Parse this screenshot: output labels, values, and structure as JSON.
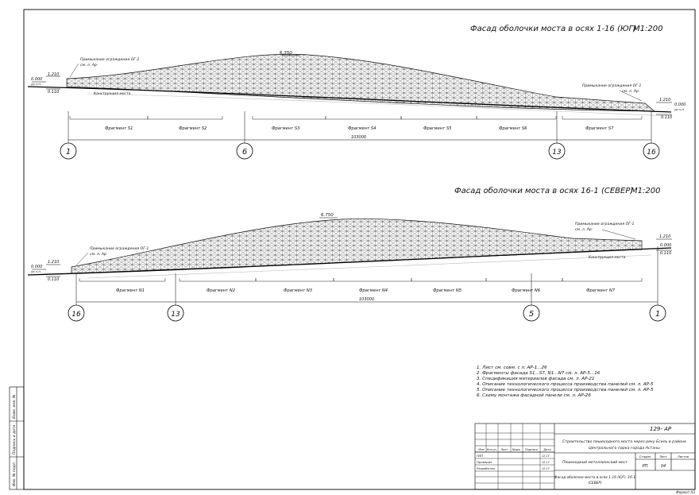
{
  "south": {
    "title": "Фасад оболочки моста в осях 1-16 (ЮГ)",
    "scale": "М1:200",
    "peak": "6.350",
    "left_note": [
      "Примыкание ограждения ОГ-1",
      "см. л. Ар-"
    ],
    "right_note": [
      "Примыкание ограждения ОГ-1",
      "см. л. Ар-"
    ],
    "levels": {
      "top": "1.210",
      "ground": "0.000",
      "ground_sub": "ур.ч.п.",
      "low": "0.110"
    },
    "structure_label": "Конструкция моста",
    "fragments": [
      "Фрагмент S1",
      "Фрагмент S2",
      "Фрагмент S3",
      "Фрагмент S4",
      "Фрагмент S5",
      "Фрагмент S6",
      "Фрагмент S7"
    ],
    "total_dim": "103000",
    "axes": [
      "1",
      "6",
      "13",
      "16"
    ]
  },
  "north": {
    "title": "Фасад оболочки моста в осях 16-1 (СЕВЕР)",
    "scale": "М1:200",
    "peak": "6.750",
    "left_note": [
      "Примыкание ограждения ОГ-1",
      "см. л. Ар-"
    ],
    "right_note": [
      "Примыкание ограждения ОГ-1",
      "см. л. Ар-"
    ],
    "levels": {
      "top": "1.210",
      "ground": "0.000",
      "ground_sub": "ур.ч.п.",
      "low": "0.110"
    },
    "structure_label": "Конструкция моста",
    "fragments": [
      "Фрагмент N1",
      "Фрагмент N2",
      "Фрагмент N3",
      "Фрагмент N4",
      "Фрагмент N5",
      "Фрагмент N6",
      "Фрагмент N7"
    ],
    "total_dim": "103000",
    "axes": [
      "16",
      "13",
      "5",
      "1"
    ]
  },
  "notes": [
    "1.  Лист см. совм. с л. АР-1...26",
    "2.  Фрагменты фасада S1...S7, N1...N7 см. л. АР-5...16",
    "3.  Спецификация материалов фасада см. л. АР-21",
    "4.  Описание технологического процесса производства панелей см. л. АР-5",
    "5.  Описание технологического процесса производства панелей см. л. АР-5",
    "6.  Схему монтажа фасадной панели см. л. АР-26"
  ],
  "stamp": {
    "code": "129- АР",
    "project": [
      "Строительство пешеходного моста через реку Есиль в районе",
      "Центрального парка города Астаны"
    ],
    "header_cols": [
      "Изм",
      "Кол.уч",
      "Лист",
      "№док",
      "Подпись",
      "Дата"
    ],
    "roles": [
      "ГИП",
      "Проверил",
      "Разработал"
    ],
    "dates": [
      "12.17",
      "12.17",
      "12.17"
    ],
    "section": "Пешеходный металлический мост",
    "sheet_title": [
      "Фасад оболочки моста в осях 1-16 (ЮГ), 16-1",
      "(СЕВЕР)"
    ],
    "stage_label": "Стадия",
    "sheet_label": "Лист",
    "sheets_label": "Листов",
    "stage": "РП",
    "sheet": "04",
    "format": "Формат А3"
  },
  "side_stamp": [
    "Инв. № подл.",
    "Подпись и дата",
    "Взам. инв. №"
  ]
}
